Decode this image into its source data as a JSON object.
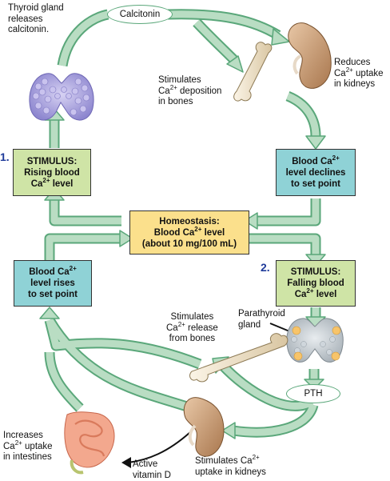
{
  "colors": {
    "arrow_fill": "#b9ddc3",
    "arrow_stroke": "#5aa77a",
    "stimulus_box": "#cfe4a6",
    "level_box": "#8fd2d6",
    "homeostasis_box": "#fbe08c",
    "number": "#1f3b9a"
  },
  "numbers": {
    "one": "1.",
    "two": "2."
  },
  "hormones": {
    "calcitonin": "Calcitonin",
    "pth": "PTH"
  },
  "stimulus1": {
    "title": "STIMULUS:",
    "line1": "Rising blood",
    "ca": "Ca",
    "sup": "2+",
    "rest": " level"
  },
  "stimulus2": {
    "title": "STIMULUS:",
    "line1": "Falling blood",
    "ca": "Ca",
    "sup": "2+",
    "rest": " level"
  },
  "declines": {
    "line1_pre": "Blood Ca",
    "sup": "2+",
    "line2": "level declines",
    "line3": "to set point"
  },
  "rises": {
    "line1_pre": "Blood Ca",
    "sup": "2+",
    "line2": "level rises",
    "line3": "to set point"
  },
  "homeostasis": {
    "line1": "Homeostasis:",
    "line2_pre": "Blood Ca",
    "sup": "2+",
    "line2_post": " level",
    "line3": "(about 10 mg/100 mL)"
  },
  "labels": {
    "thyroid": {
      "line1": "Thyroid gland",
      "line2": "releases",
      "line3": "calcitonin."
    },
    "deposition": {
      "line1": "Stimulates",
      "pre": "Ca",
      "sup": "2+",
      "post": " deposition",
      "line3": "in bones"
    },
    "reduces": {
      "line1": "Reduces",
      "pre": "Ca",
      "sup": "2+",
      "post": " uptake",
      "line3": "in kidneys"
    },
    "parathyroid": {
      "line1": "Parathyroid",
      "line2": "gland"
    },
    "release": {
      "line1": "Stimulates",
      "pre": "Ca",
      "sup": "2+",
      "post": " release",
      "line3": "from bones"
    },
    "intestines": {
      "line1": "Increases",
      "pre": "Ca",
      "sup": "2+",
      "post": " uptake",
      "line3": "in intestines"
    },
    "vitd": {
      "line1": "Active",
      "line2": "vitamin D"
    },
    "kidney_uptake": {
      "line1_pre": "Stimulates Ca",
      "sup": "2+",
      "line2": "uptake in kidneys"
    }
  },
  "icons": [
    "thyroid-gland-icon",
    "kidney-icon",
    "bone-icon",
    "parathyroid-gland-icon",
    "intestine-icon"
  ]
}
